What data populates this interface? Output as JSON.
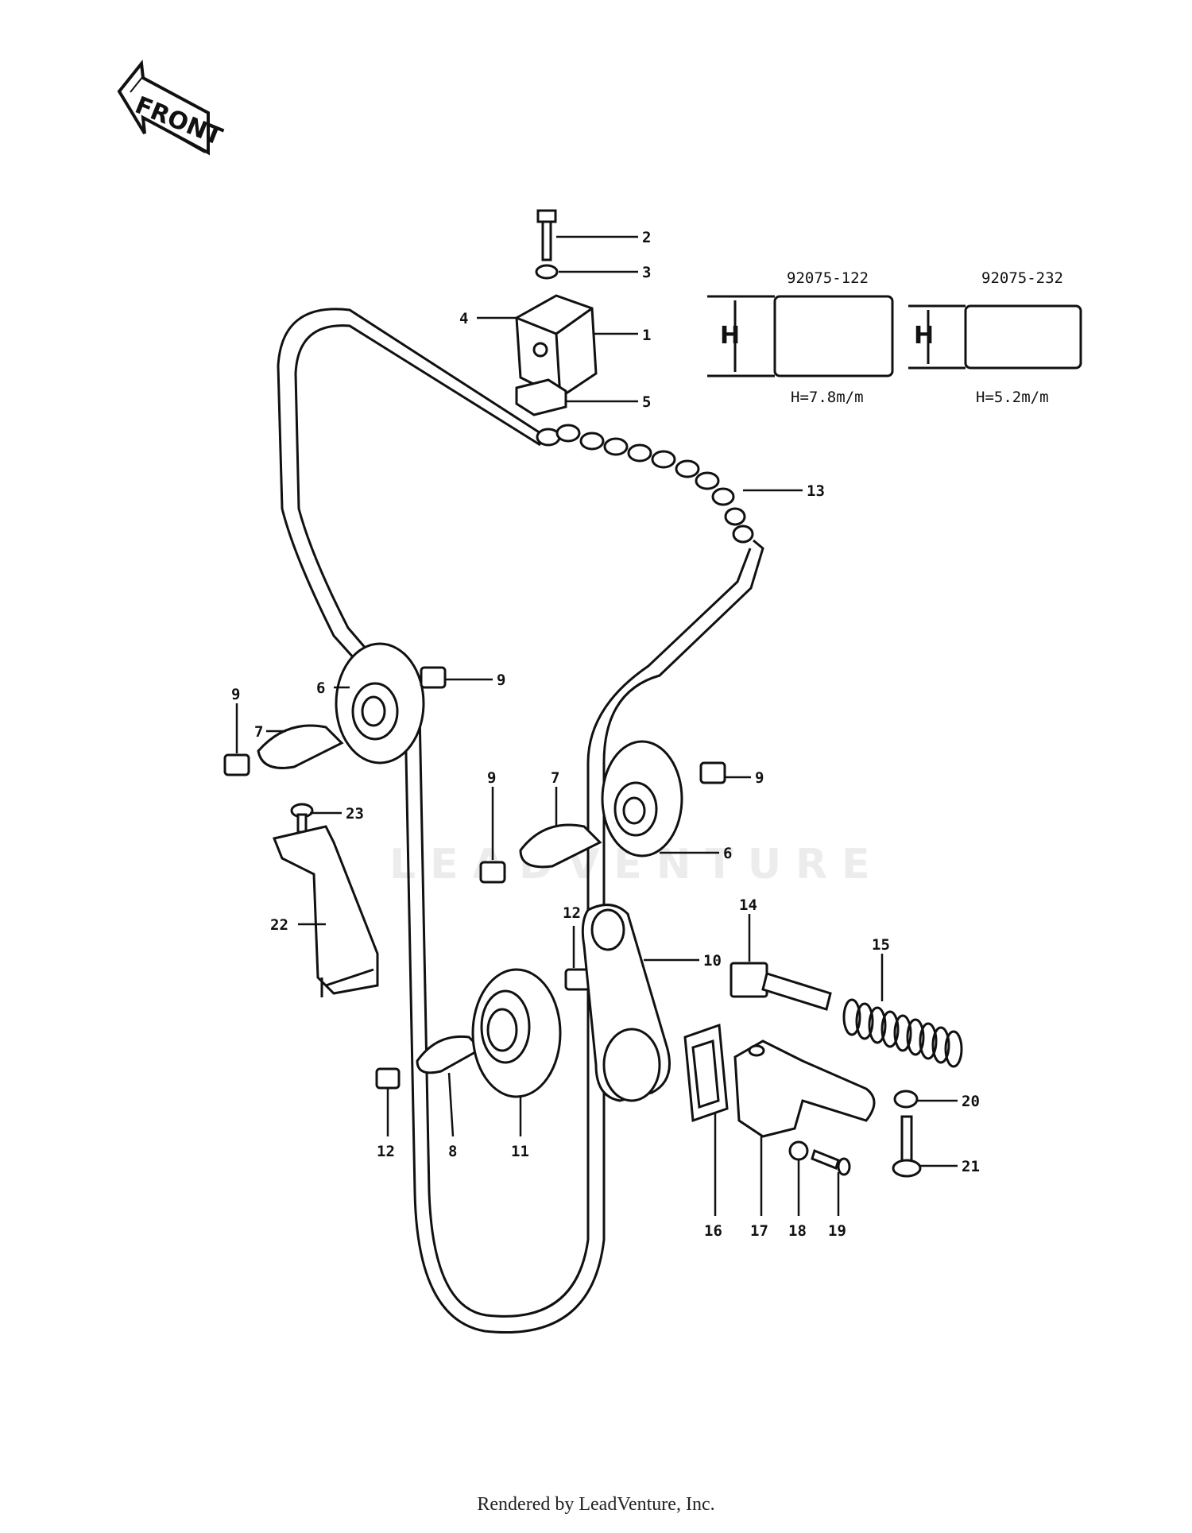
{
  "front_label": "FRONT",
  "watermark": "LEADVENTURE",
  "footer": "Rendered by LeadVenture, Inc.",
  "guide_info": [
    {
      "part_number": "92075-122",
      "dim_letter": "H",
      "dim_text": "H=7.8m/m"
    },
    {
      "part_number": "92075-232",
      "dim_letter": "H",
      "dim_text": "H=5.2m/m"
    }
  ],
  "callouts": [
    {
      "id": "c2",
      "label": "2"
    },
    {
      "id": "c3",
      "label": "3"
    },
    {
      "id": "c4",
      "label": "4"
    },
    {
      "id": "c1",
      "label": "1"
    },
    {
      "id": "c5",
      "label": "5"
    },
    {
      "id": "c13",
      "label": "13"
    },
    {
      "id": "c9a",
      "label": "9"
    },
    {
      "id": "c6a",
      "label": "6"
    },
    {
      "id": "c9b",
      "label": "9"
    },
    {
      "id": "c7a",
      "label": "7"
    },
    {
      "id": "c23",
      "label": "23"
    },
    {
      "id": "c22",
      "label": "22"
    },
    {
      "id": "c9c",
      "label": "9"
    },
    {
      "id": "c7b",
      "label": "7"
    },
    {
      "id": "c9d",
      "label": "9"
    },
    {
      "id": "c6b",
      "label": "6"
    },
    {
      "id": "c12a",
      "label": "12"
    },
    {
      "id": "c10",
      "label": "10"
    },
    {
      "id": "c14",
      "label": "14"
    },
    {
      "id": "c15",
      "label": "15"
    },
    {
      "id": "c20",
      "label": "20"
    },
    {
      "id": "c21",
      "label": "21"
    },
    {
      "id": "c12b",
      "label": "12"
    },
    {
      "id": "c8",
      "label": "8"
    },
    {
      "id": "c11",
      "label": "11"
    },
    {
      "id": "c16",
      "label": "16"
    },
    {
      "id": "c17",
      "label": "17"
    },
    {
      "id": "c18",
      "label": "18"
    },
    {
      "id": "c19",
      "label": "19"
    }
  ]
}
